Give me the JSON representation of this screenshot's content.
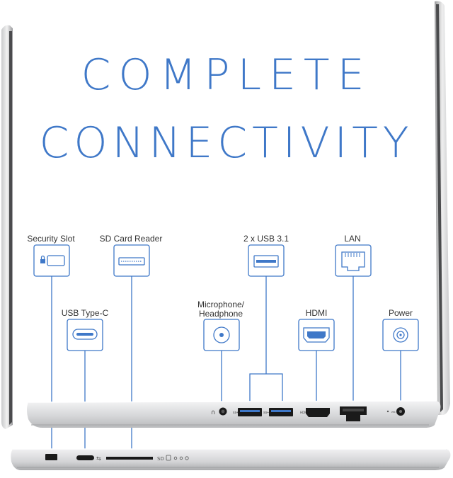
{
  "headline": {
    "line1": "COMPLETE",
    "line2": "CONNECTIVITY"
  },
  "colors": {
    "accent": "#3f78c8",
    "laptop_silver": "#d9dadc",
    "port_black": "#1a1a1a"
  },
  "ports": {
    "security_slot": {
      "label": "Security Slot",
      "icon": "lock-slot-icon"
    },
    "sd_card_reader": {
      "label": "SD Card Reader",
      "icon": "sd-slot-icon"
    },
    "usb_31": {
      "label": "2 x USB 3.1",
      "icon": "usb-a-icon"
    },
    "lan": {
      "label": "LAN",
      "icon": "ethernet-icon"
    },
    "usb_c": {
      "label": "USB Type-C",
      "icon": "usb-c-icon"
    },
    "mic_headphone": {
      "label_line1": "Microphone/",
      "label_line2": "Headphone",
      "icon": "audio-jack-icon"
    },
    "hdmi": {
      "label": "HDMI",
      "icon": "hdmi-icon"
    },
    "power": {
      "label": "Power",
      "icon": "power-jack-icon"
    }
  },
  "laptop_markings": {
    "sd": "SD"
  }
}
